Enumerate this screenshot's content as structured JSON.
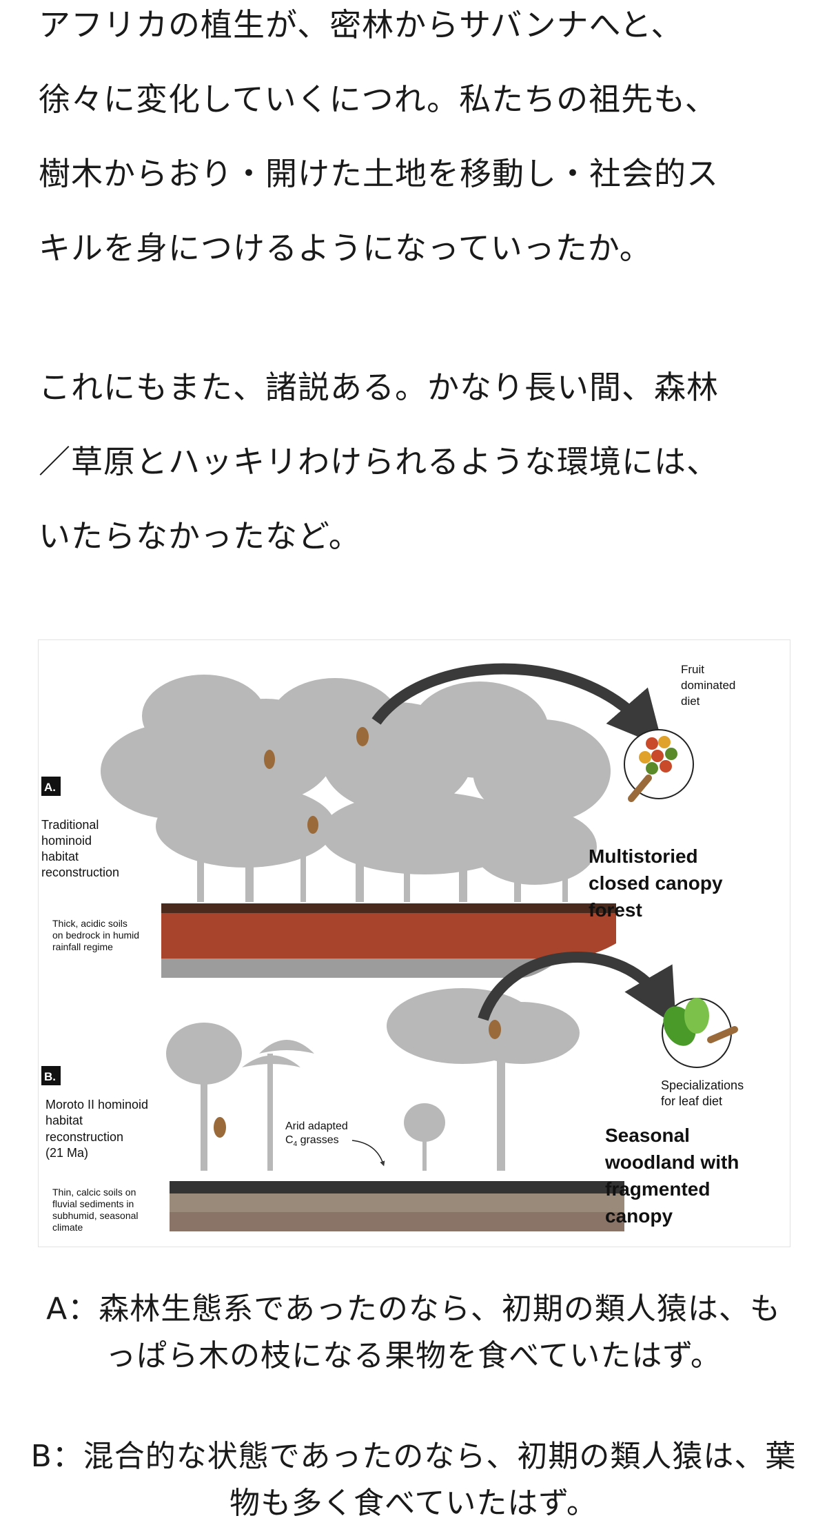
{
  "paragraphs": {
    "p1": [
      "アフリカの植生が、密林からサバンナへと、",
      "徐々に変化していくにつれ。私たちの祖先も、",
      "樹木からおり・開けた土地を移動し・社会的ス",
      "キルを身につけるようになっていったか。"
    ],
    "p2": [
      "これにもまた、諸説ある。かなり長い間、森林",
      "／草原とハッキリわけられるような環境には、",
      "いたらなかったなど。"
    ]
  },
  "figure": {
    "panel_a": {
      "marker": "A.",
      "title": [
        "Traditional",
        "hominoid",
        "habitat",
        "reconstruction"
      ],
      "soil_note": [
        "Thick, acidic soils",
        "on bedrock in humid",
        "rainfall regime"
      ],
      "diet_label": [
        "Fruit",
        "dominated",
        "diet"
      ],
      "habitat_label": [
        "Multistoried",
        "closed canopy",
        "forest"
      ]
    },
    "panel_b": {
      "marker": "B.",
      "title": [
        "Moroto II hominoid",
        "habitat",
        "reconstruction",
        "(21 Ma)"
      ],
      "grass_note": [
        "Arid adapted",
        "C",
        "4",
        " grasses"
      ],
      "soil_note": [
        "Thin, calcic soils on",
        "fluvial sediments in",
        "subhumid, seasonal",
        "climate"
      ],
      "diet_label": [
        "Specializations",
        "for leaf diet"
      ],
      "habitat_label": [
        "Seasonal",
        "woodland with",
        "fragmented",
        "canopy"
      ]
    },
    "colors": {
      "tree": "#b8b8b8",
      "soil_red": "#a8442c",
      "rock": "#9c9c9c",
      "soil_brown": "#8a7468",
      "arrow": "#3a3a3a",
      "ape": "#9a6a3a"
    }
  },
  "captions": {
    "a": [
      "A：森林生態系であったのなら、初期の類人猿は、も",
      "っぱら木の枝になる果物を食べていたはず。"
    ],
    "b": [
      "B：混合的な状態であったのなら、初期の類人猿は、葉",
      "物も多く食べていたはず。"
    ]
  }
}
